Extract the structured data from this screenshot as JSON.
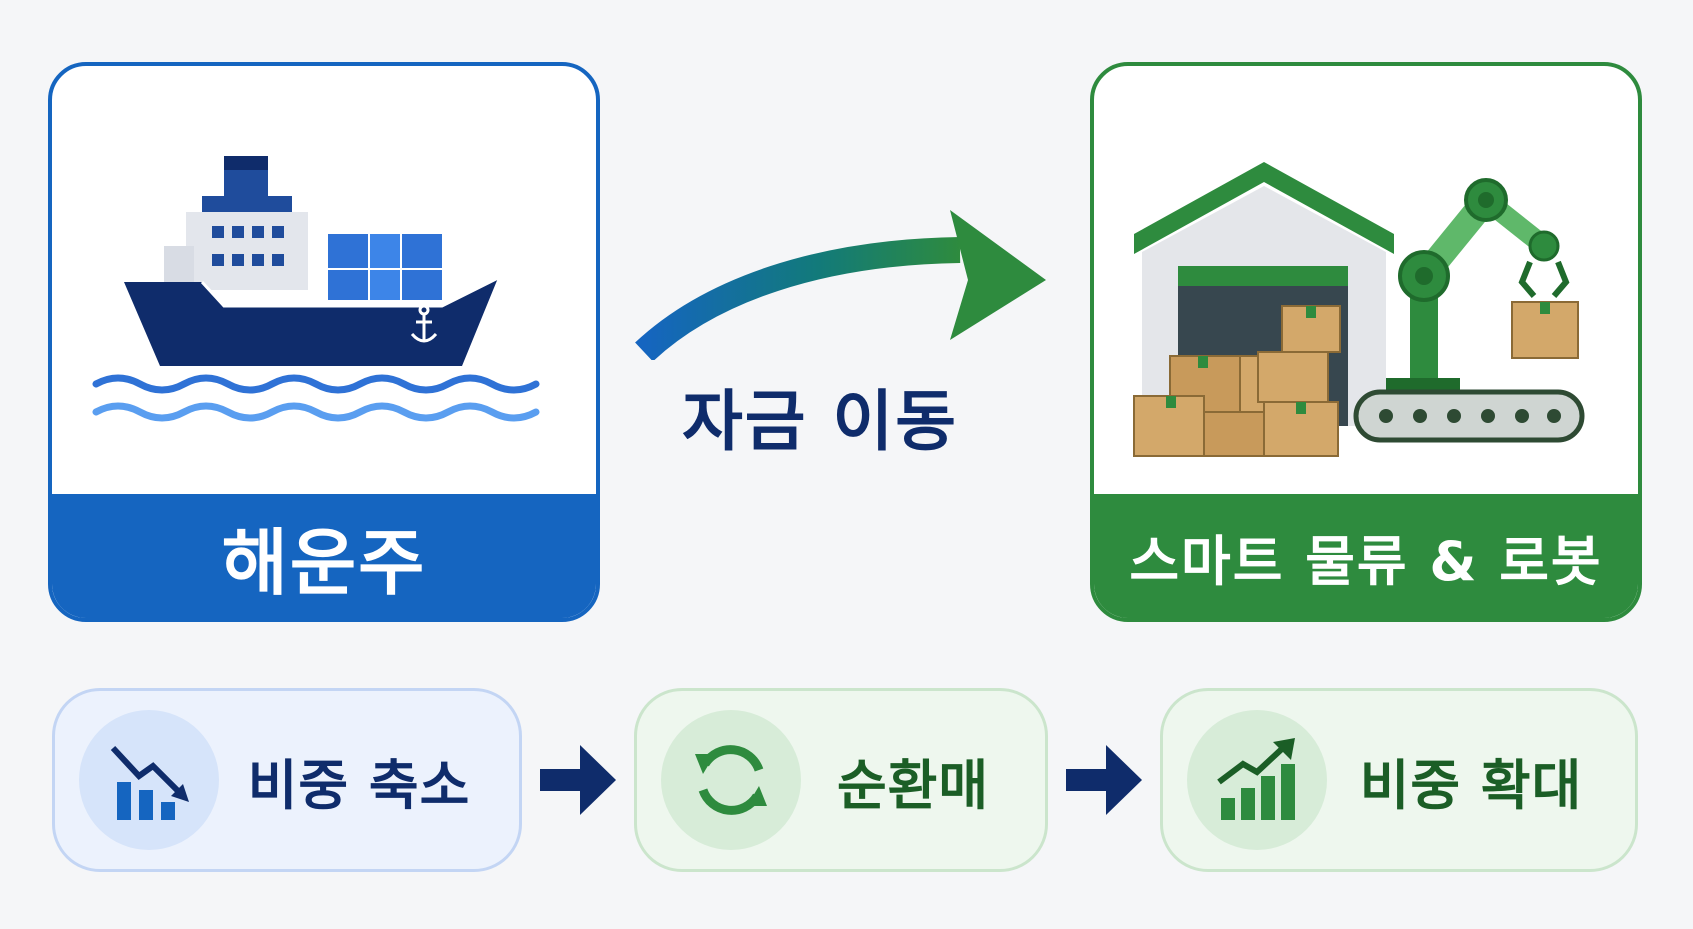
{
  "source_card": {
    "label": "해운주",
    "icon": "container-ship-icon"
  },
  "target_card": {
    "label": "스마트 물류 & 로봇",
    "icon": "warehouse-robot-arm-icon"
  },
  "transfer": {
    "label": "자금 이동"
  },
  "steps": [
    {
      "label": "비중 축소",
      "icon": "chart-down-icon"
    },
    {
      "label": "순환매",
      "icon": "rotation-icon"
    },
    {
      "label": "비중 확대",
      "icon": "chart-up-icon"
    }
  ],
  "colors": {
    "blue": "#1565c0",
    "navy": "#0f2c6b",
    "green": "#2e8b3e",
    "dark_green": "#1b5e26"
  }
}
